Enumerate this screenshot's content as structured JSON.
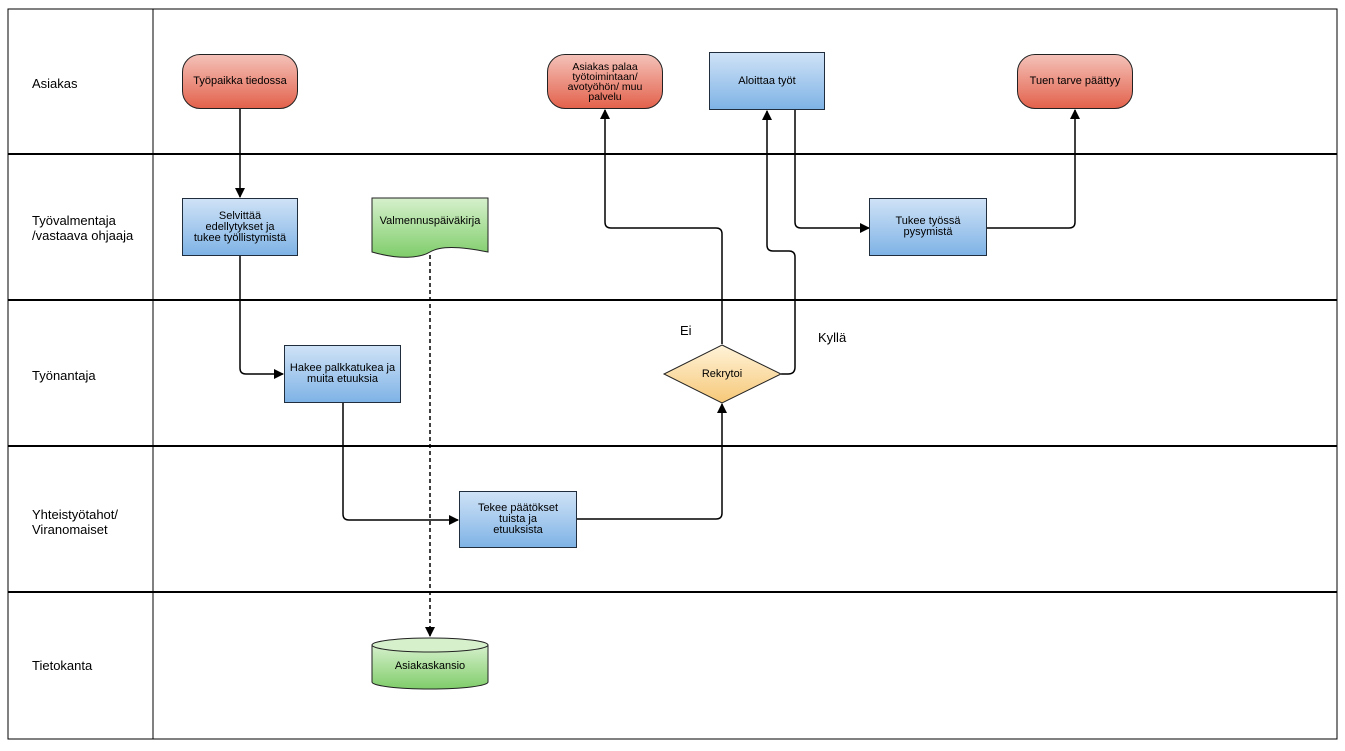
{
  "lanes": [
    {
      "label": "Asiakas"
    },
    {
      "label": "Työvalmentaja /vastaava ohjaaja"
    },
    {
      "label": "Työnantaja"
    },
    {
      "label": "Yhteistyötahot/ Viranomaiset"
    },
    {
      "label": "Tietokanta"
    }
  ],
  "nodes": {
    "tyopaikka": "Työpaikka tiedossa",
    "asiakas_palaa": "Asiakas palaa työtoimintaan/ avotyöhön/ muu palvelu",
    "aloittaa": "Aloittaa työt",
    "tuen_tarve": "Tuen tarve päättyy",
    "selvittaa": "Selvittää edellytykset  ja tukee työllistymistä",
    "valmennus": "Valmennuspäiväkirja",
    "tukee": "Tukee työssä pysymistä",
    "hakee": "Hakee palkkatukea ja muita etuuksia",
    "rekrytoi": "Rekrytoi",
    "tekee": "Tekee päätökset tuista ja etuuksista",
    "asiakaskansio": "Asiakaskansio"
  },
  "edge_labels": {
    "no": "Ei",
    "yes": "Kyllä"
  },
  "colors": {
    "process_top": "#cfe2f6",
    "process_bottom": "#7fb3e6",
    "terminal_top": "#f4c1b8",
    "terminal_bottom": "#e3624c",
    "document_top": "#d6f0cc",
    "document_bottom": "#7fcd6a",
    "decision_top": "#fff3d9",
    "decision_bottom": "#f6c878"
  }
}
